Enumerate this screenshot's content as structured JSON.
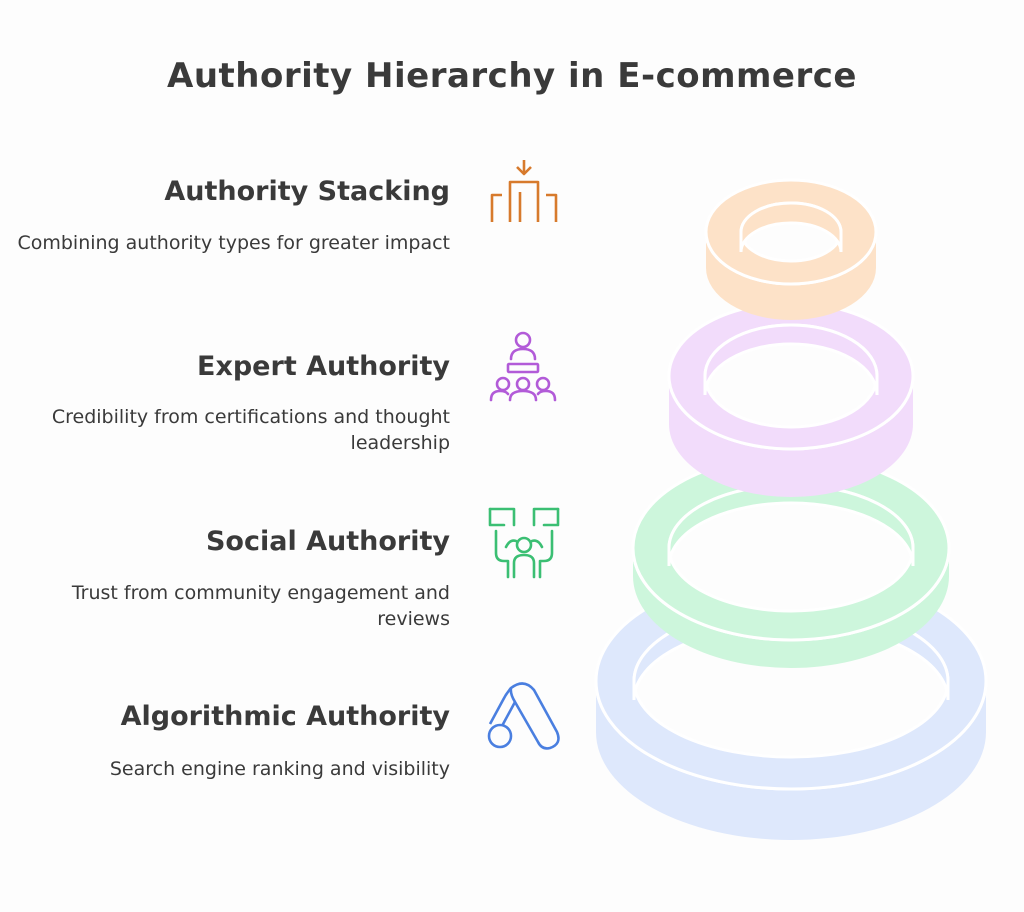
{
  "title": "Authority Hierarchy in E-commerce",
  "items": [
    {
      "title": "Authority Stacking",
      "description": "Combining authority types for greater impact",
      "icon": "stacking-icon",
      "color": "#d77a2c",
      "ring_color": "#fde2c8"
    },
    {
      "title": "Expert Authority",
      "description": "Credibility from certifications and thought leadership",
      "icon": "presenter-audience-icon",
      "color": "#b25bd8",
      "ring_color": "#f2dcfb"
    },
    {
      "title": "Social Authority",
      "description": "Trust from community engagement and reviews",
      "icon": "community-icon",
      "color": "#3bbf73",
      "ring_color": "#cdf6dc"
    },
    {
      "title": "Algorithmic Authority",
      "description": "Search engine ranking and visibility",
      "icon": "google-ads-icon",
      "color": "#4a7fe0",
      "ring_color": "#dee8fc"
    }
  ]
}
